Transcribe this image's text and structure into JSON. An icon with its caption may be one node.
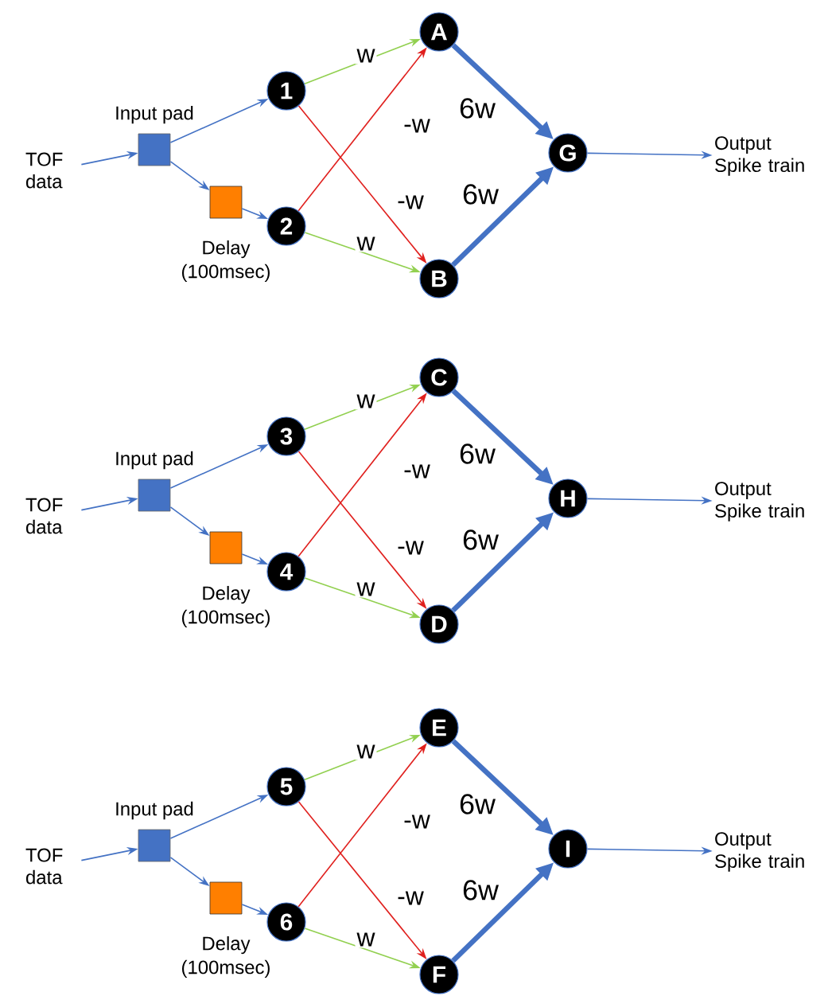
{
  "diagram": {
    "nodes": [
      {
        "text": [
          "TOF data"
        ]
      },
      {
        "text": [
          "Input pad"
        ]
      },
      {
        "text": [
          "Delay (100msec)"
        ]
      },
      {
        "text": [
          "1"
        ]
      },
      {
        "text": [
          "2"
        ]
      },
      {
        "text": [
          "A"
        ]
      },
      {
        "text": [
          "B"
        ]
      },
      {
        "text": [
          "G"
        ]
      },
      {
        "text": [
          "Output Spike train"
        ]
      },
      {
        "text": [
          "TOF data"
        ]
      },
      {
        "text": [
          "Input pad"
        ]
      },
      {
        "text": [
          "Delay (100msec)"
        ]
      },
      {
        "text": [
          "3"
        ]
      },
      {
        "text": [
          "4"
        ]
      },
      {
        "text": [
          "C"
        ]
      },
      {
        "text": [
          "D"
        ]
      },
      {
        "text": [
          "H"
        ]
      },
      {
        "text": [
          "Output Spike train"
        ]
      },
      {
        "text": [
          "TOF data"
        ]
      },
      {
        "text": [
          "Input pad"
        ]
      },
      {
        "text": [
          "Delay (100msec)"
        ]
      },
      {
        "text": [
          "5"
        ]
      },
      {
        "text": [
          "6"
        ]
      },
      {
        "text": [
          "E"
        ]
      },
      {
        "text": [
          "F"
        ]
      },
      {
        "text": [
          "I"
        ]
      },
      {
        "text": [
          "Output Spike train"
        ]
      }
    ],
    "edges": [
      {
        "from": 0,
        "to": 1,
        "arrow": "to"
      },
      {
        "from": 1,
        "to": 3,
        "arrow": "to"
      },
      {
        "from": 1,
        "to": 2,
        "arrow": "to"
      },
      {
        "from": 2,
        "to": 4,
        "arrow": "to"
      },
      {
        "from": 3,
        "to": 5,
        "arrow": "to",
        "label": "w",
        "color": "#92d050"
      },
      {
        "from": 3,
        "to": 6,
        "arrow": "to",
        "label": "-w",
        "color": "#e0201e"
      },
      {
        "from": 4,
        "to": 5,
        "arrow": "to",
        "label": "-w",
        "color": "#e0201e"
      },
      {
        "from": 4,
        "to": 6,
        "arrow": "to",
        "label": "w",
        "color": "#92d050"
      },
      {
        "from": 5,
        "to": 7,
        "arrow": "to",
        "label": "6w",
        "style": "thick"
      },
      {
        "from": 6,
        "to": 7,
        "arrow": "to",
        "label": "6w",
        "style": "thick"
      },
      {
        "from": 7,
        "to": 8,
        "arrow": "to"
      },
      {
        "from": 9,
        "to": 10,
        "arrow": "to"
      },
      {
        "from": 10,
        "to": 12,
        "arrow": "to"
      },
      {
        "from": 10,
        "to": 11,
        "arrow": "to"
      },
      {
        "from": 11,
        "to": 13,
        "arrow": "to"
      },
      {
        "from": 12,
        "to": 14,
        "arrow": "to",
        "label": "w",
        "color": "#92d050"
      },
      {
        "from": 12,
        "to": 15,
        "arrow": "to",
        "label": "-w",
        "color": "#e0201e"
      },
      {
        "from": 13,
        "to": 14,
        "arrow": "to",
        "label": "-w",
        "color": "#e0201e"
      },
      {
        "from": 13,
        "to": 15,
        "arrow": "to",
        "label": "w",
        "color": "#92d050"
      },
      {
        "from": 14,
        "to": 16,
        "arrow": "to",
        "label": "6w",
        "style": "thick"
      },
      {
        "from": 15,
        "to": 16,
        "arrow": "to",
        "label": "6w",
        "style": "thick"
      },
      {
        "from": 16,
        "to": 17,
        "arrow": "to"
      },
      {
        "from": 18,
        "to": 19,
        "arrow": "to"
      },
      {
        "from": 19,
        "to": 21,
        "arrow": "to"
      },
      {
        "from": 19,
        "to": 20,
        "arrow": "to"
      },
      {
        "from": 20,
        "to": 22,
        "arrow": "to"
      },
      {
        "from": 21,
        "to": 23,
        "arrow": "to",
        "label": "w",
        "color": "#92d050"
      },
      {
        "from": 21,
        "to": 24,
        "arrow": "to",
        "label": "-w",
        "color": "#e0201e"
      },
      {
        "from": 22,
        "to": 23,
        "arrow": "to",
        "label": "-w",
        "color": "#e0201e"
      },
      {
        "from": 22,
        "to": 24,
        "arrow": "to",
        "label": "w",
        "color": "#92d050"
      },
      {
        "from": 23,
        "to": 25,
        "arrow": "to",
        "label": "6w",
        "style": "thick"
      },
      {
        "from": 24,
        "to": 25,
        "arrow": "to",
        "label": "6w",
        "style": "thick"
      },
      {
        "from": 25,
        "to": 26,
        "arrow": "to"
      }
    ]
  }
}
